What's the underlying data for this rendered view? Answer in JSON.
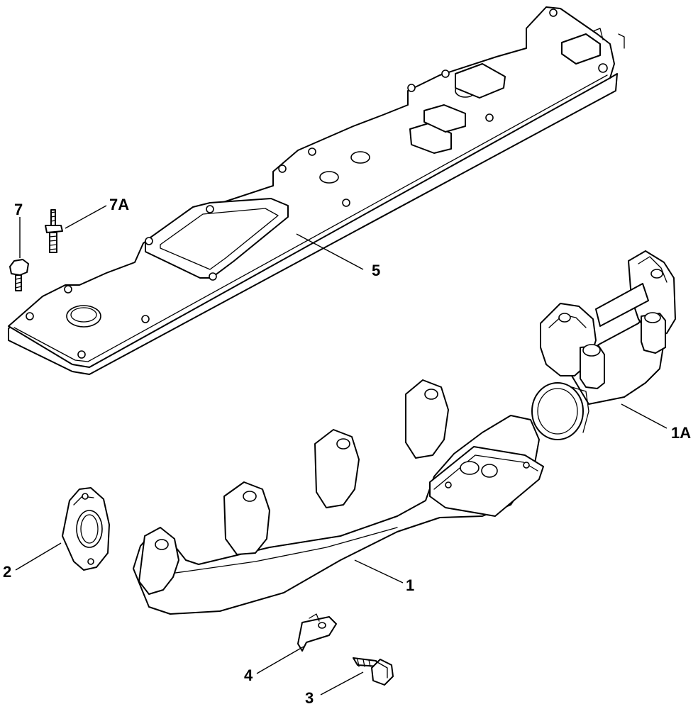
{
  "callouts": {
    "c1": "1",
    "c1a": "1A",
    "c2": "2",
    "c3": "3",
    "c4": "4",
    "c5": "5",
    "c7": "7",
    "c7a": "7A"
  },
  "parts": [
    {
      "id": "1",
      "depicts": "exhaust-manifold-front-section"
    },
    {
      "id": "1A",
      "depicts": "exhaust-manifold-rear-section"
    },
    {
      "id": "2",
      "depicts": "flange-gasket"
    },
    {
      "id": "3",
      "depicts": "flange-bolt"
    },
    {
      "id": "4",
      "depicts": "lock-plate"
    },
    {
      "id": "5",
      "depicts": "manifold-gasket"
    },
    {
      "id": "7",
      "depicts": "cap-screw"
    },
    {
      "id": "7A",
      "depicts": "stud"
    }
  ],
  "colors": {
    "line": "#000000",
    "background": "#ffffff"
  }
}
